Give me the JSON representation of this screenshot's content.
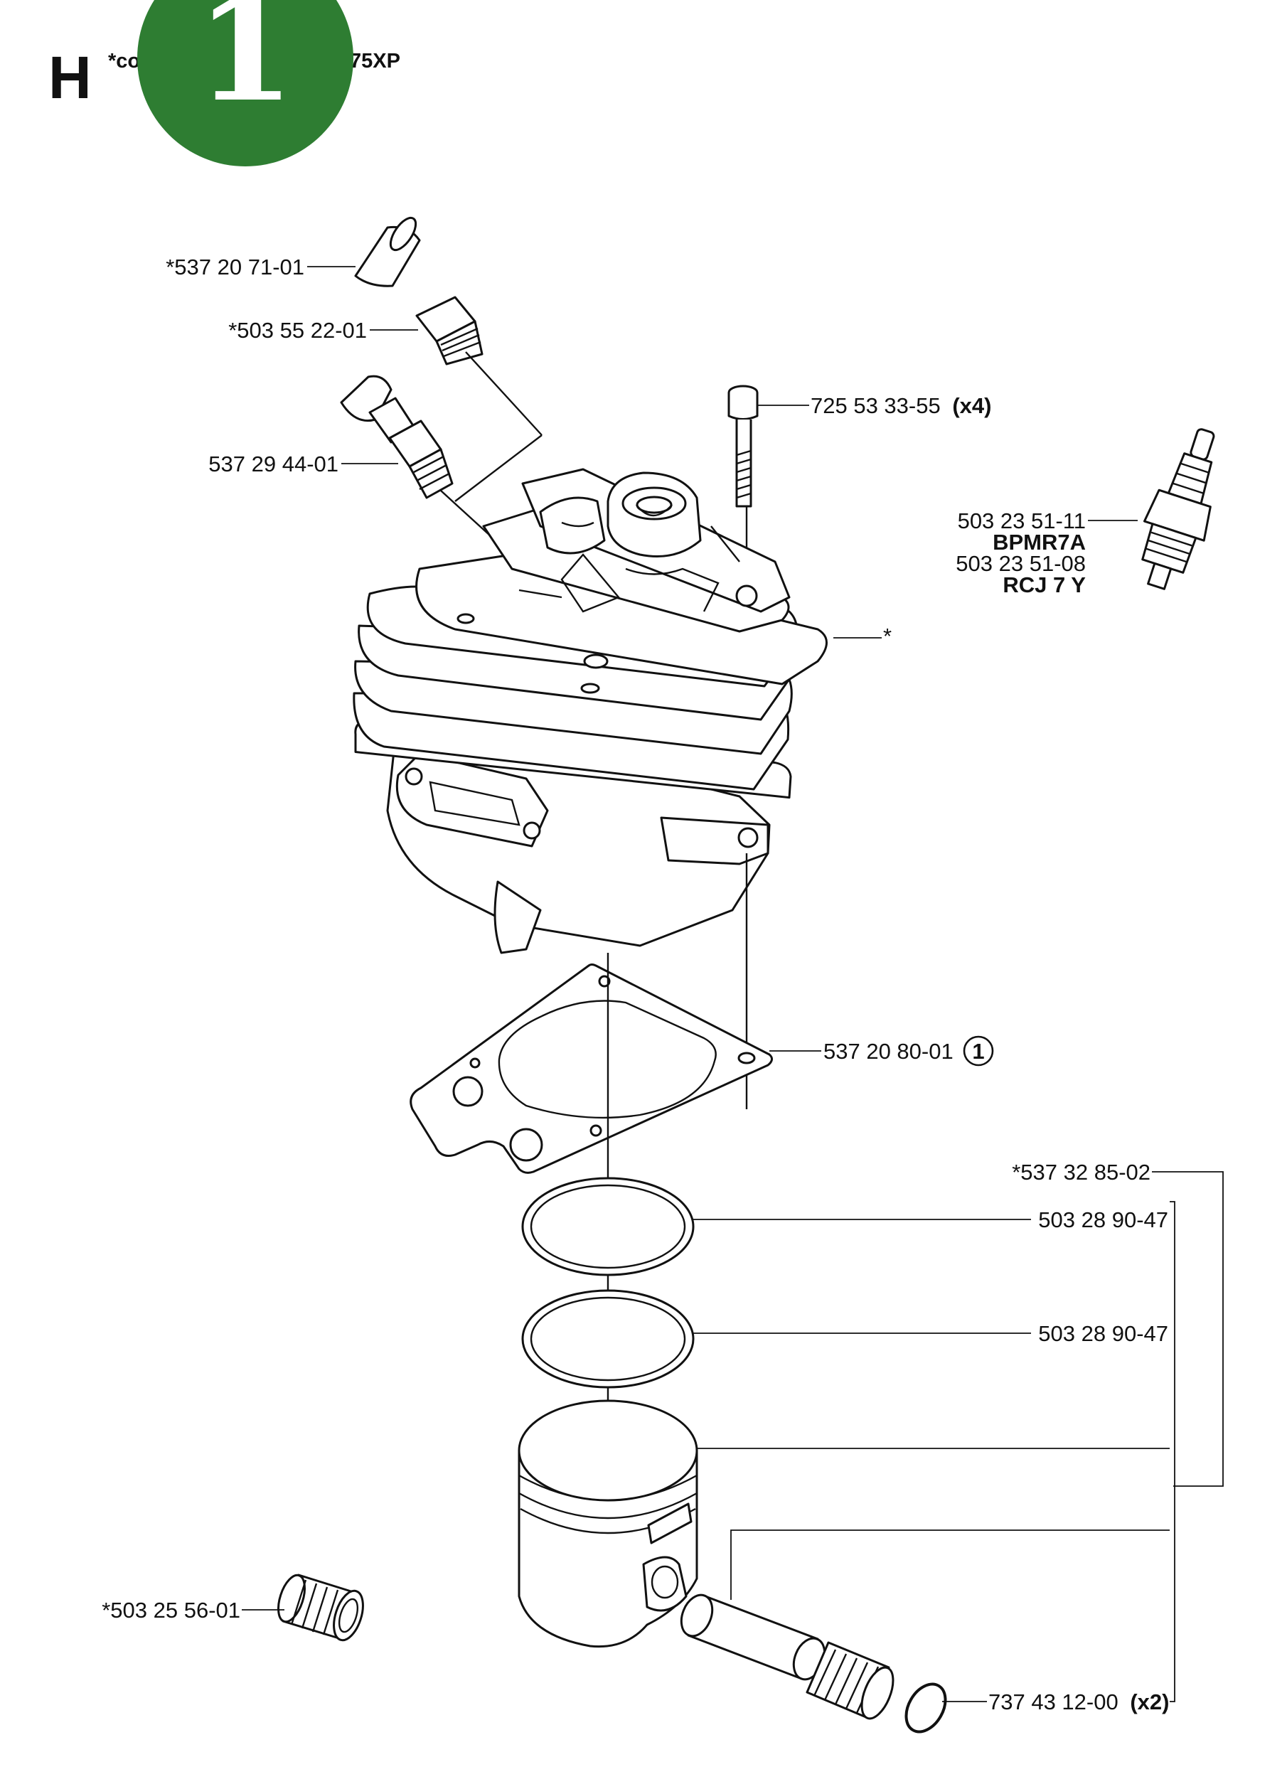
{
  "header": {
    "section_letter": "H",
    "note_prefix": "*co",
    "note_suffix": "75XP",
    "badge_number": "1",
    "badge_color": "#2e7d32"
  },
  "parts": {
    "decomp_cap": "*537 20 71-01",
    "decomp_valve": "*503 55 22-01",
    "decomp_valve_alt": "537 29 44-01",
    "bolt": "725 53 33-55",
    "bolt_qty": "(x4)",
    "spark_plug_1": "503 23 51-11",
    "spark_plug_1_type": "BPMR7A",
    "spark_plug_2": "503 23 51-08",
    "spark_plug_2_type": "RCJ 7 Y",
    "cylinder_note": "*",
    "base_gasket": "537 20 80-01",
    "base_gasket_ref": "1",
    "piston_kit": "*537 32 85-02",
    "ring_1": "503 28 90-47",
    "ring_2": "503 28 90-47",
    "needle_bearing": "*503 25 56-01",
    "circlip": "737 43 12-00",
    "circlip_qty": "(x2)"
  }
}
